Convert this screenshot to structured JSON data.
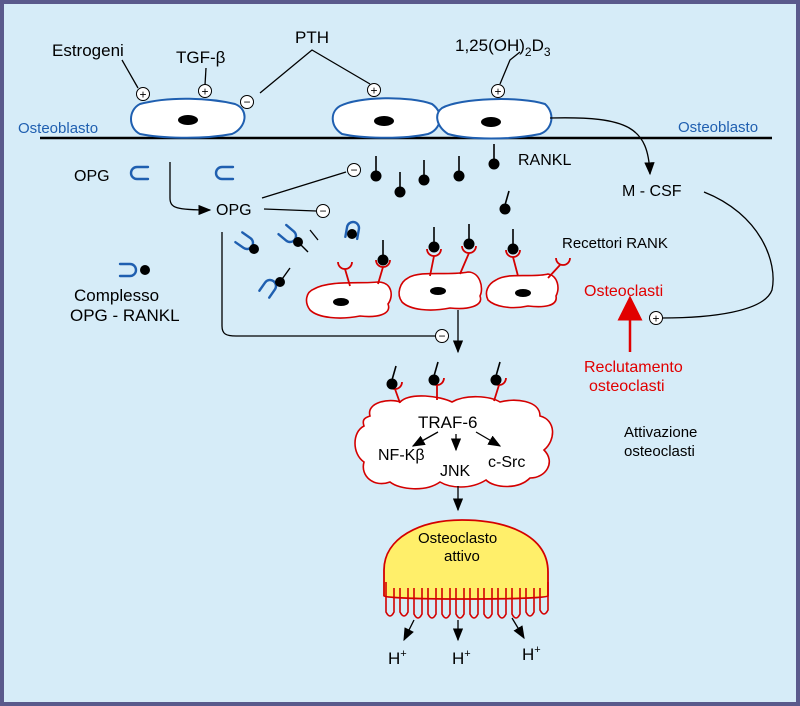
{
  "labels": {
    "estrogeni": "Estrogeni",
    "tgfb": "TGF-β",
    "pth": "PTH",
    "vitd": {
      "base": "1,25(OH)",
      "sub1": "2",
      "mid": "D",
      "sub2": "3"
    },
    "osteoblasto_left": "Osteoblasto",
    "osteoblasto_right": "Osteoblasto",
    "rankl": "RANKL",
    "opg_top": "OPG",
    "opg_mid": "OPG",
    "mcsf": "M - CSF",
    "recettori_rank": "Recettori RANK",
    "complesso_line1": "Complesso",
    "complesso_line2": "OPG - RANKL",
    "osteoclasti": "Osteoclasti",
    "reclutamento_line1": "Reclutamento",
    "reclutamento_line2": "osteoclasti",
    "attivazione_line1": "Attivazione",
    "attivazione_line2": "osteoclasti",
    "traf6": "TRAF-6",
    "nfkb": "NF-Kβ",
    "jnk": "JNK",
    "csrc": "c-Src",
    "osteoclasto_attivo_line1": "Osteoclasto",
    "osteoclasto_attivo_line2": "attivo",
    "proton": {
      "base": "H",
      "sup": "+"
    }
  },
  "signs": {
    "plus": "+",
    "minus": "−"
  },
  "colors": {
    "background": "#d6ecf8",
    "border": "#5a5a8c",
    "osteoblast_outline": "#1f5fb0",
    "osteoclast_outline": "#d40000",
    "highlight_red": "#e10000",
    "active_osteoclast_fill": "#ffef6a"
  }
}
